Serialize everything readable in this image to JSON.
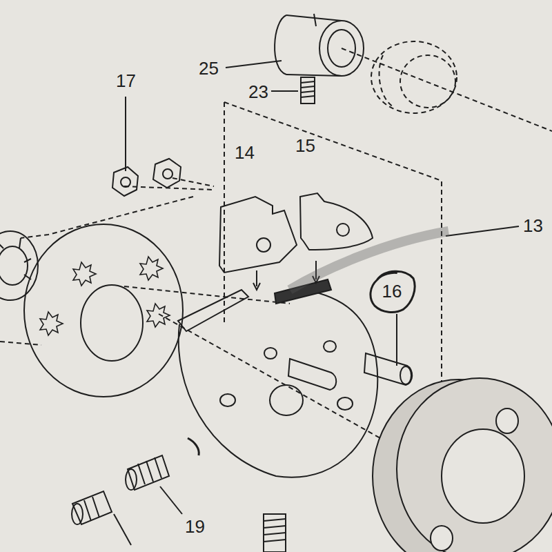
{
  "diagram": {
    "nodes": [
      {
        "text": [
          "16"
        ]
      }
    ],
    "labels": [
      "25",
      "23",
      "17",
      "14",
      "15",
      "13",
      "19"
    ]
  }
}
